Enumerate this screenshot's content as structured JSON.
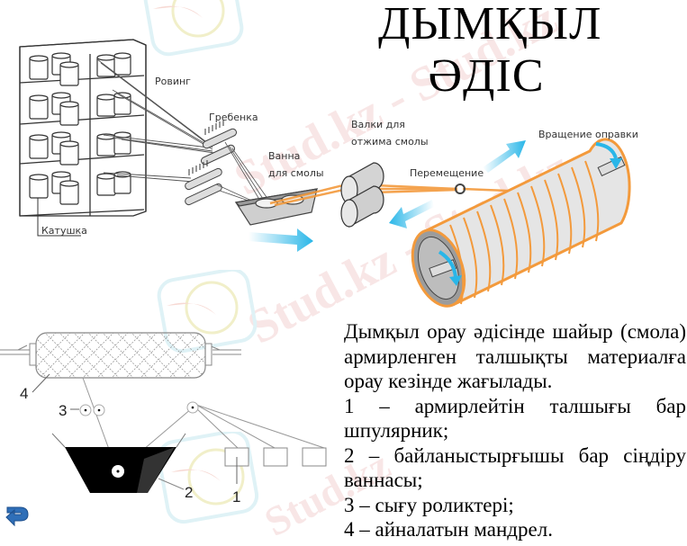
{
  "slide": {
    "title_line1": "ДЫМҚЫЛ",
    "title_line2": "ӘДІС"
  },
  "diagram_top": {
    "labels": {
      "roving": "Ровинг",
      "comb": "Гребенка",
      "bath_line1": "Ванна",
      "bath_line2": "для смолы",
      "rollers_line1": "Валки для",
      "rollers_line2": "отжима смолы",
      "movement": "Перемещение",
      "mandrel_rotation": "Вращение оправки",
      "spool": "Катушка"
    },
    "colors": {
      "fiber": "#f39a3c",
      "arrow": "#29b6e8",
      "metal": "#d8d8d8",
      "outline": "#333333"
    }
  },
  "diagram_bottom": {
    "numbers": [
      "1",
      "2",
      "3",
      "4"
    ],
    "colors": {
      "bath_fill": "#000000",
      "line": "#888888"
    }
  },
  "description": {
    "intro_lines": [
      "Дымқыл орау әдісінде шайыр (смола)",
      "армирленген талшықты материалға",
      "орау кезінде жағылады."
    ],
    "items": [
      {
        "line1": "1 – армирлейтін талшығы бар",
        "line2": "шпулярник;"
      },
      {
        "line1": "2 – байланыстырғышы бар сіңдіру",
        "line2": "ваннасы;"
      },
      {
        "line1": "3 – сығу роликтері;"
      },
      {
        "line1": "4 – айналатын мандрел."
      }
    ]
  },
  "watermark": {
    "text": "Stud.kz - Stud.kz"
  },
  "nav": {
    "return_icon": "return-arrow-icon",
    "color": "#2f6fb8"
  }
}
